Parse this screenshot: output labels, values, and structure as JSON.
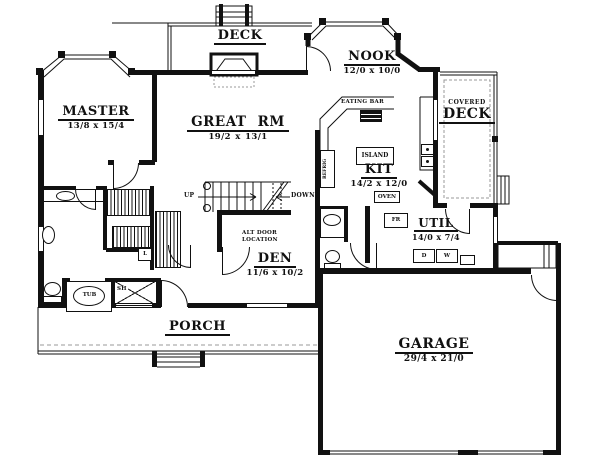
{
  "rooms": {
    "deck": {
      "name": "DECK"
    },
    "nook": {
      "name": "NOOK",
      "dims": "12/0 x 10/0"
    },
    "master": {
      "name": "MASTER",
      "dims": "13/8 x 15/4"
    },
    "great": {
      "name": "GREAT RM",
      "dims": "19/2 x 13/1"
    },
    "covered_deck": {
      "prefix": "COVERED",
      "name": "DECK"
    },
    "kit": {
      "name": "KIT",
      "dims": "14/2 x 12/0"
    },
    "den": {
      "name": "DEN",
      "dims": "11/6 x 10/2"
    },
    "util": {
      "name": "UTIL",
      "dims": "14/0 x 7/4"
    },
    "porch": {
      "name": "PORCH"
    },
    "garage": {
      "name": "GARAGE",
      "dims": "29/4 x 21/0"
    }
  },
  "labels": {
    "up": "UP",
    "down": "DOWN",
    "alt_door_line1": "ALT DOOR",
    "alt_door_line2": "LOCATION",
    "eating_bar": "EATING BAR",
    "island": "ISLAND",
    "refrig": "REFRIG",
    "oven": "OVEN",
    "fr": "FR",
    "dryer": "D",
    "washer": "W",
    "tub": "TUB",
    "shower": "SH",
    "linen": "L"
  },
  "colors": {
    "ink": "#111111",
    "paper": "#ffffff",
    "dash": "#999999"
  }
}
